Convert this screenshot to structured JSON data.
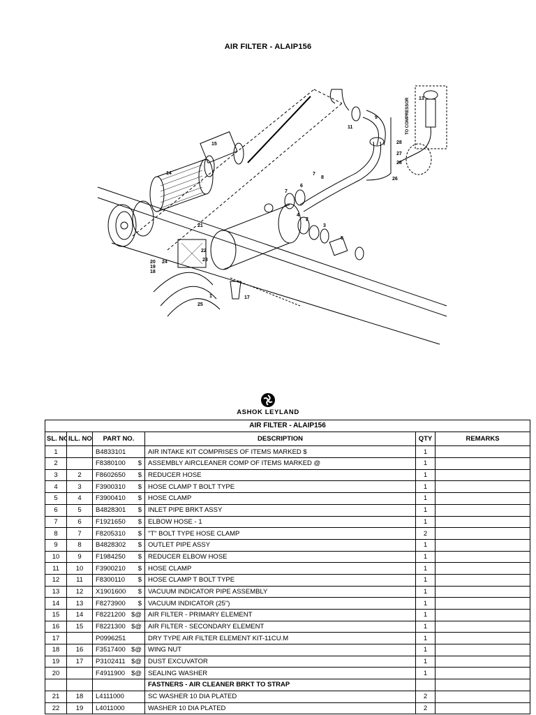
{
  "page_title": "AIR FILTER - ALAIP156",
  "diagram": {
    "labels": [
      "13",
      "9",
      "11",
      "TO COMPRESSOR",
      "28",
      "27",
      "28",
      "26",
      "15",
      "14",
      "8",
      "7",
      "6",
      "7",
      "4",
      "2",
      "3",
      "5",
      "21",
      "22",
      "23",
      "20",
      "24",
      "19",
      "18",
      "25",
      "17",
      "1"
    ]
  },
  "logo": {
    "brand": "ASHOK LEYLAND"
  },
  "table": {
    "caption": "AIR FILTER - ALAIP156",
    "headers": {
      "sl": "SL. NO.",
      "ill": "ILL. NO.",
      "part": "PART NO.",
      "desc": "DESCRIPTION",
      "qty": "QTY",
      "remarks": "REMARKS"
    },
    "rows": [
      {
        "sl": "1",
        "ill": "",
        "part": "B4833101",
        "mark": "",
        "desc": "AIR INTAKE KIT COMPRISES OF ITEMS MARKED $",
        "qty": "1"
      },
      {
        "sl": "2",
        "ill": "",
        "part": "F8380100",
        "mark": "$",
        "desc": "ASSEMBLY AIRCLEANER COMP OF ITEMS MARKED @",
        "qty": "1"
      },
      {
        "sl": "3",
        "ill": "2",
        "part": "F8602650",
        "mark": "$",
        "desc": "REDUCER HOSE",
        "qty": "1"
      },
      {
        "sl": "4",
        "ill": "3",
        "part": "F3900310",
        "mark": "$",
        "desc": "HOSE CLAMP T BOLT TYPE",
        "qty": "1"
      },
      {
        "sl": "5",
        "ill": "4",
        "part": "F3900410",
        "mark": "$",
        "desc": "HOSE CLAMP",
        "qty": "1"
      },
      {
        "sl": "6",
        "ill": "5",
        "part": "B4828301",
        "mark": "$",
        "desc": "INLET PIPE BRKT ASSY",
        "qty": "1"
      },
      {
        "sl": "7",
        "ill": "6",
        "part": "F1921650",
        "mark": "$",
        "desc": "ELBOW HOSE - 1",
        "qty": "1"
      },
      {
        "sl": "8",
        "ill": "7",
        "part": "F8205310",
        "mark": "$",
        "desc": "\"T\" BOLT TYPE HOSE CLAMP",
        "qty": "2"
      },
      {
        "sl": "9",
        "ill": "8",
        "part": "B4828302",
        "mark": "$",
        "desc": "OUTLET PIPE ASSY",
        "qty": "1"
      },
      {
        "sl": "10",
        "ill": "9",
        "part": "F1984250",
        "mark": "$",
        "desc": "REDUCER ELBOW HOSE",
        "qty": "1"
      },
      {
        "sl": "11",
        "ill": "10",
        "part": "F3900210",
        "mark": "$",
        "desc": "HOSE CLAMP",
        "qty": "1"
      },
      {
        "sl": "12",
        "ill": "11",
        "part": "F8300110",
        "mark": "$",
        "desc": "HOSE CLAMP T BOLT TYPE",
        "qty": "1"
      },
      {
        "sl": "13",
        "ill": "12",
        "part": "X1901600",
        "mark": "$",
        "desc": "VACUUM INDICATOR PIPE ASSEMBLY",
        "qty": "1"
      },
      {
        "sl": "14",
        "ill": "13",
        "part": "F8273900",
        "mark": "$",
        "desc": "VACUUM INDICATOR (25\")",
        "qty": "1"
      },
      {
        "sl": "15",
        "ill": "14",
        "part": "F8221200",
        "mark": "$@",
        "desc": "AIR FILTER - PRIMARY ELEMENT",
        "qty": "1"
      },
      {
        "sl": "16",
        "ill": "15",
        "part": "F8221300",
        "mark": "$@",
        "desc": "AIR FILTER - SECONDARY ELEMENT",
        "qty": "1"
      },
      {
        "sl": "17",
        "ill": "",
        "part": "P0996251",
        "mark": "",
        "desc": "DRY TYPE AIR FILTER ELEMENT KIT-11CU.M",
        "qty": "1"
      },
      {
        "sl": "18",
        "ill": "16",
        "part": "F3517400",
        "mark": "$@",
        "desc": "WING NUT",
        "qty": "1"
      },
      {
        "sl": "19",
        "ill": "17",
        "part": "P3102411",
        "mark": "$@",
        "desc": "DUST EXCUVATOR",
        "qty": "1"
      },
      {
        "sl": "20",
        "ill": "",
        "part": "F4911900",
        "mark": "$@",
        "desc": "SEALING WASHER",
        "qty": "1"
      },
      {
        "sl": "",
        "ill": "",
        "part": "",
        "mark": "",
        "desc": "FASTNERS - AIR CLEANER BRKT TO STRAP",
        "qty": "",
        "section": true
      },
      {
        "sl": "21",
        "ill": "18",
        "part": "L4111000",
        "mark": "",
        "desc": "SC WASHER 10 DIA PLATED",
        "qty": "2"
      },
      {
        "sl": "22",
        "ill": "19",
        "part": "L4011000",
        "mark": "",
        "desc": "WASHER 10 DIA PLATED",
        "qty": "2"
      }
    ]
  }
}
